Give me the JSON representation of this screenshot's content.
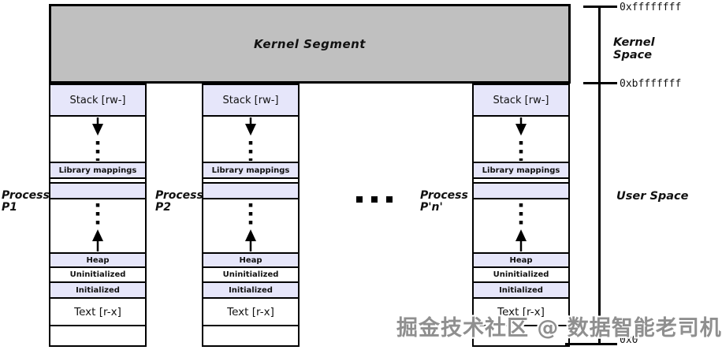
{
  "kernel": {
    "label": "Kernel Segment"
  },
  "axis": {
    "addr_top": "0xffffffff",
    "addr_boundary": "0xbfffffff",
    "addr_bottom": "0x0",
    "kernel_space_label": "Kernel Space",
    "user_space_label": "User Space"
  },
  "processes": [
    {
      "line1": "Process",
      "line2": "P1"
    },
    {
      "line1": "Process",
      "line2": "P2"
    },
    {
      "line1": "Process",
      "line2": "P'n'"
    }
  ],
  "segments": {
    "stack": "Stack [rw-]",
    "library_mappings": "Library mappings",
    "heap": "Heap",
    "uninitialized": "Uninitialized",
    "initialized": "Initialized",
    "text": "Text [r-x]"
  },
  "icons": {
    "stack_growth_arrow": "dashed-arrow-down",
    "heap_growth_arrow": "dashed-arrow-up",
    "ellipsis": "three-black-squares"
  },
  "watermark": "掘金技术社区 @ 数据智能老司机",
  "colors": {
    "kernel_fill": "#c0c0c0",
    "segment_fill": "#e6e6fa",
    "border": "#000000",
    "watermark": "#8f8f8f"
  }
}
